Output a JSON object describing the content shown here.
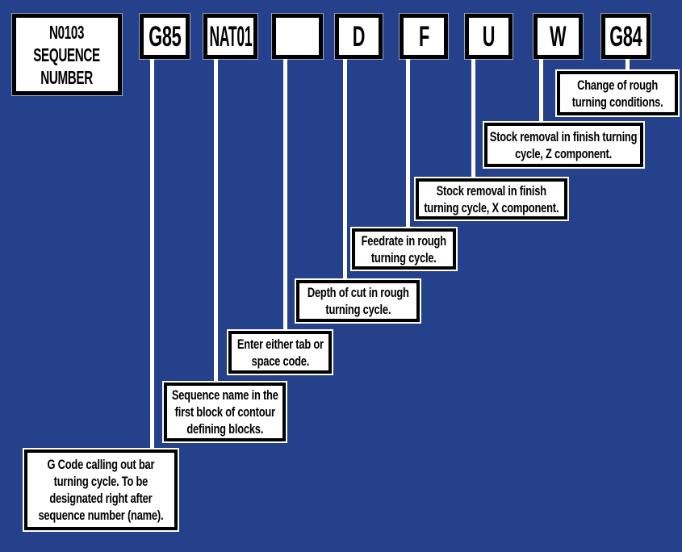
{
  "colors": {
    "background": "#26418c",
    "box_fill": "#ffffff",
    "box_border": "#000000",
    "connector_line": "#ffffff",
    "text": "#000000"
  },
  "boxes": {
    "n0103": {
      "label": "N0103\nSEQUENCE\nNUMBER"
    },
    "g85": {
      "label": "G85",
      "description": "G Code calling out bar\nturning cycle. To be\ndesignated right after\nsequence number (name)."
    },
    "nat01": {
      "label": "NAT01",
      "description": "Sequence name in the\nfirst block of contour\ndefining blocks."
    },
    "blank": {
      "label": "",
      "description": "Enter either tab or\nspace code."
    },
    "d": {
      "label": "D",
      "description": "Depth of cut in rough\nturning cycle."
    },
    "f": {
      "label": "F",
      "description": "Feedrate in rough\nturning cycle."
    },
    "u": {
      "label": "U",
      "description": "Stock removal in finish\nturning cycle, X component."
    },
    "w": {
      "label": "W",
      "description": "Stock removal in finish turning\ncycle, Z component."
    },
    "g84": {
      "label": "G84",
      "description": "Change of rough\nturning conditions."
    }
  }
}
